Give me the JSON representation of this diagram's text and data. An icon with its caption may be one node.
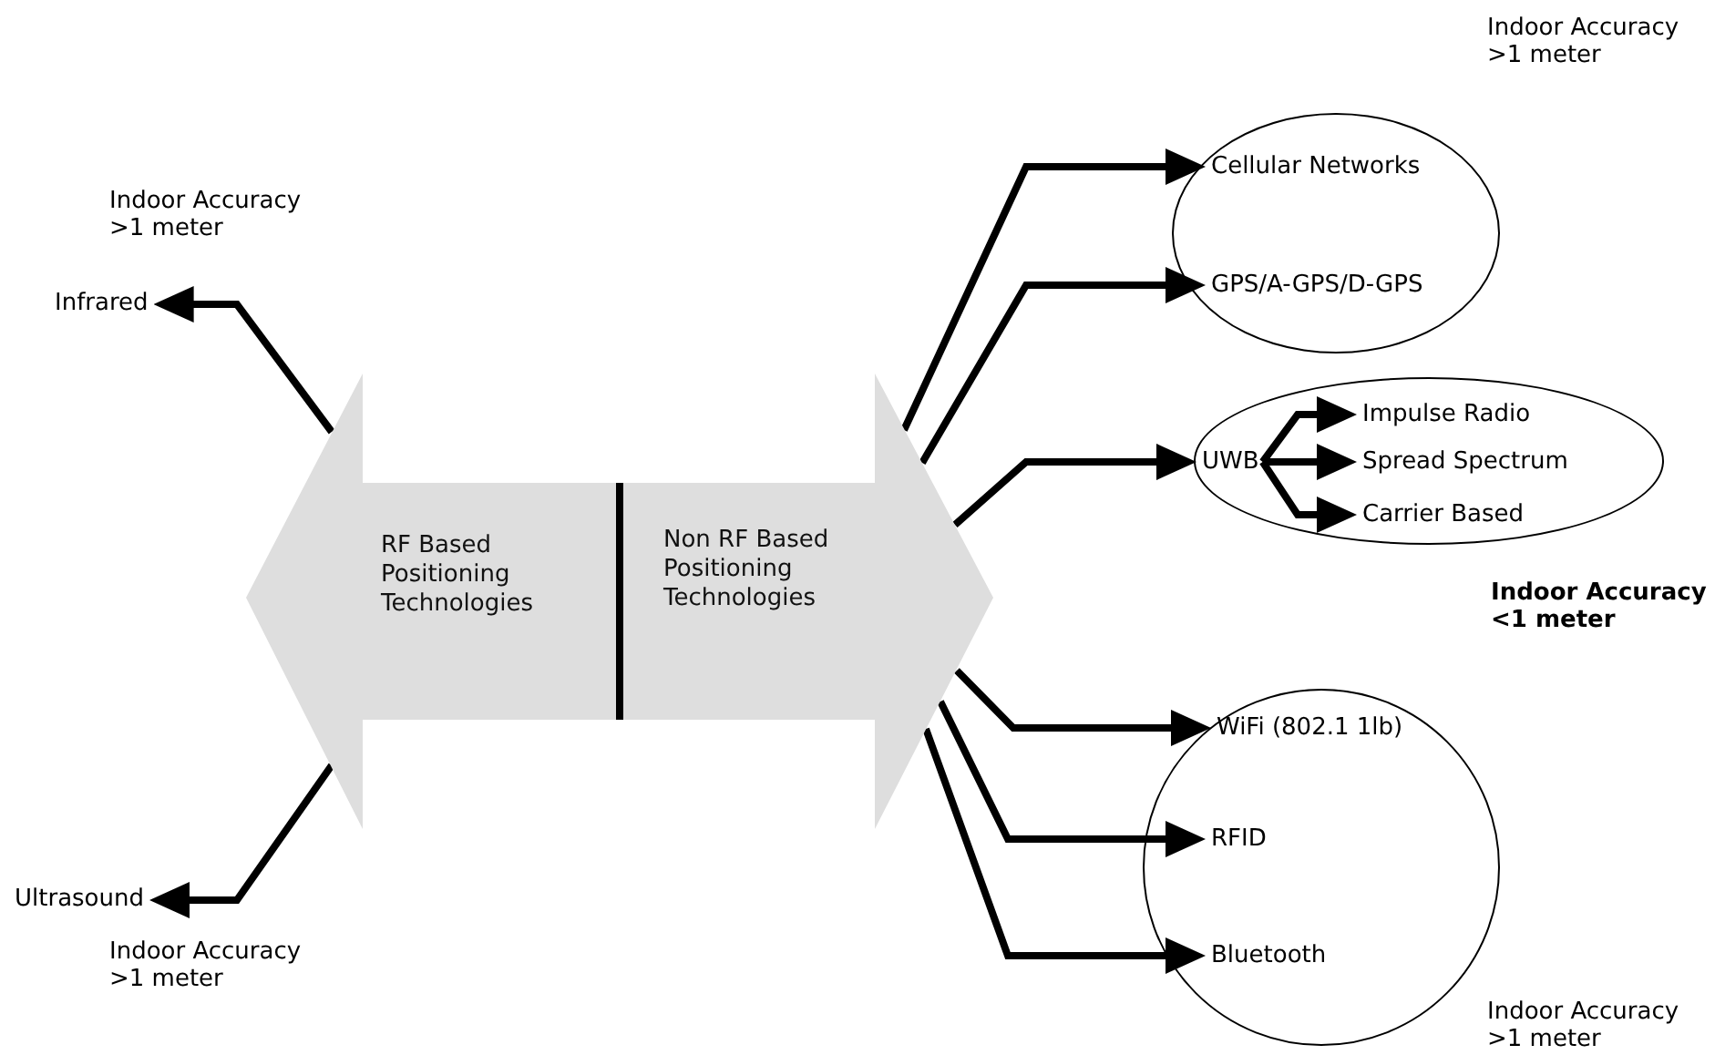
{
  "diagram": {
    "nodes": [
      {
        "text": [
          "RF Based Positioning Technologies",
          "Non RF Based Positioning Technologies"
        ]
      },
      {
        "text": [
          "Infrared"
        ]
      },
      {
        "text": [
          "Ultrasound"
        ]
      },
      {
        "text": [],
        "shape": "ellipse"
      },
      {
        "text": [
          "Cellular Networks"
        ],
        "in": 3
      },
      {
        "text": [
          "GPS/A-GPS/D-GPS"
        ],
        "in": 3
      },
      {
        "text": [],
        "shape": "ellipse"
      },
      {
        "text": [
          "UWB"
        ],
        "in": 6
      },
      {
        "text": [
          "Impulse Radio"
        ],
        "in": 6
      },
      {
        "text": [
          "Spread Spectrum"
        ],
        "in": 6
      },
      {
        "text": [
          "Carrier Based"
        ],
        "in": 6
      },
      {
        "text": [],
        "shape": "circle"
      },
      {
        "text": [
          "WiFi (802.1 1lb)"
        ],
        "in": 11
      },
      {
        "text": [
          "RFID"
        ],
        "in": 11
      },
      {
        "text": [
          "Bluetooth"
        ],
        "in": 11
      }
    ],
    "edges": [
      {
        "from": 0,
        "to": 1,
        "arrow": "to"
      },
      {
        "from": 0,
        "to": 2,
        "arrow": "to"
      },
      {
        "from": 0,
        "to": 4,
        "arrow": "to"
      },
      {
        "from": 0,
        "to": 5,
        "arrow": "to"
      },
      {
        "from": 0,
        "to": 7,
        "arrow": "to"
      },
      {
        "from": 7,
        "to": 8,
        "arrow": "to"
      },
      {
        "from": 7,
        "to": 9,
        "arrow": "to"
      },
      {
        "from": 7,
        "to": 10,
        "arrow": "to"
      },
      {
        "from": 0,
        "to": 12,
        "arrow": "to"
      },
      {
        "from": 0,
        "to": 13,
        "arrow": "to"
      },
      {
        "from": 0,
        "to": 14,
        "arrow": "to"
      }
    ],
    "labels": [
      "Indoor Accuracy >1 meter",
      "Indoor Accuracy >1 meter",
      "Indoor Accuracy <1 meter",
      "Indoor Accuracy >1 meter",
      "Indoor Accuracy >1 meter"
    ]
  }
}
